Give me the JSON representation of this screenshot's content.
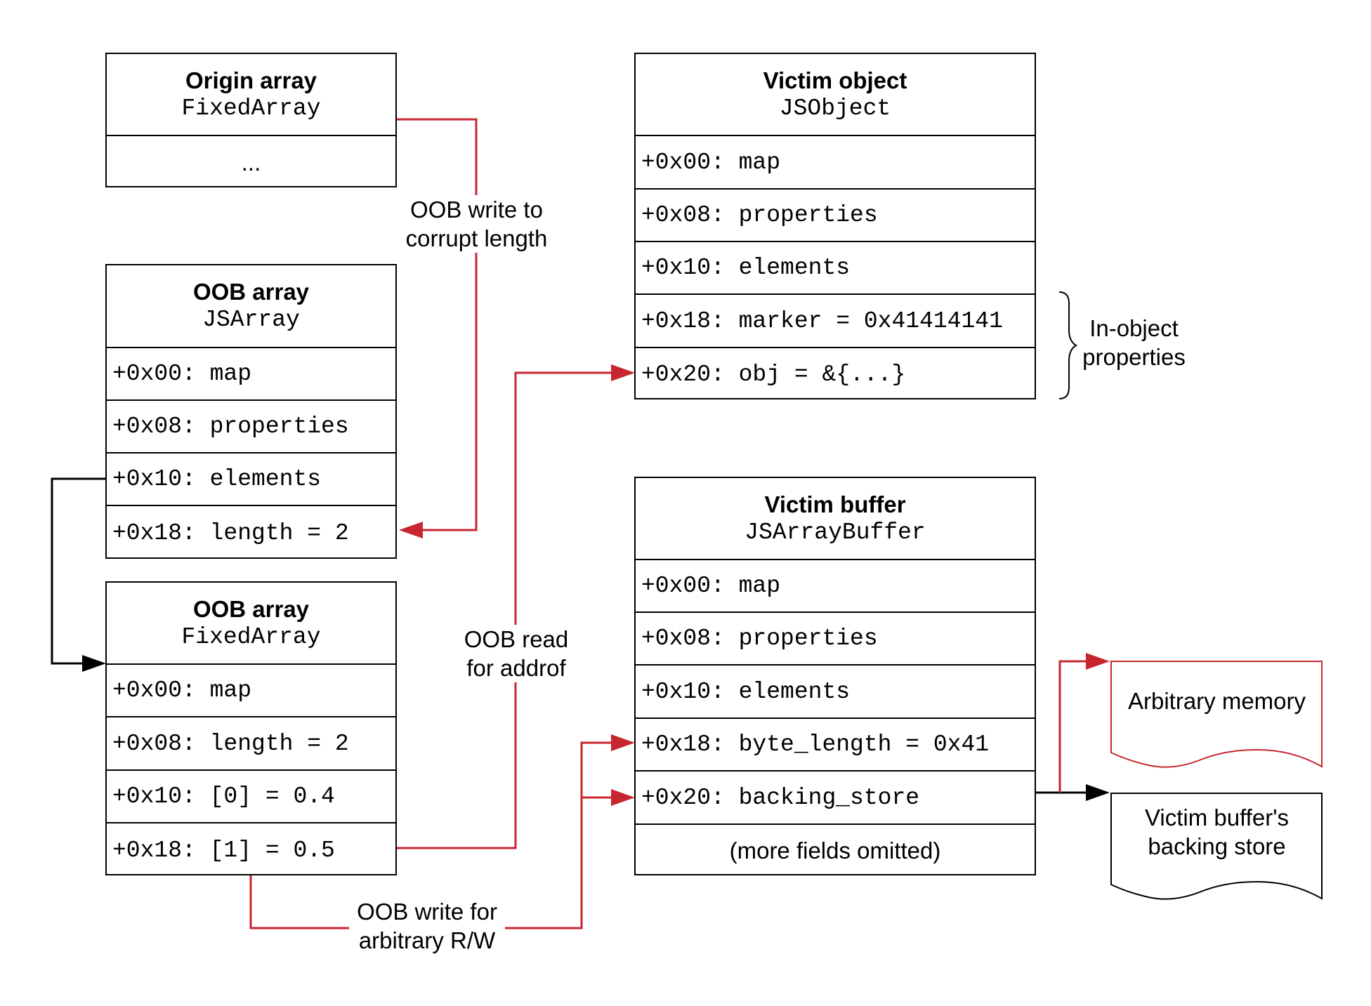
{
  "boxes": {
    "origin": {
      "title": "Origin array",
      "subtitle": "FixedArray",
      "rows": [
        "..."
      ]
    },
    "oob_jsarray": {
      "title": "OOB array",
      "subtitle": "JSArray",
      "rows": [
        "+0x00: map",
        "+0x08: properties",
        "+0x10: elements",
        "+0x18: length = 2"
      ]
    },
    "oob_fixed": {
      "title": "OOB array",
      "subtitle": "FixedArray",
      "rows": [
        "+0x00: map",
        "+0x08: length = 2",
        "+0x10: [0] = 0.4",
        "+0x18: [1] = 0.5"
      ]
    },
    "victim_object": {
      "title": "Victim object",
      "subtitle": "JSObject",
      "rows": [
        "+0x00: map",
        "+0x08: properties",
        "+0x10: elements",
        "+0x18: marker = 0x41414141",
        "+0x20: obj = &{...}"
      ]
    },
    "victim_buffer": {
      "title": "Victim buffer",
      "subtitle": "JSArrayBuffer",
      "rows": [
        "+0x00: map",
        "+0x08: properties",
        "+0x10: elements",
        "+0x18: byte_length = 0x41",
        "+0x20: backing_store",
        "(more fields omitted)"
      ]
    }
  },
  "labels": {
    "corrupt_length": [
      "OOB write to",
      "corrupt length"
    ],
    "addrof": [
      "OOB read",
      "for addrof"
    ],
    "arbitrary_rw": [
      "OOB write for",
      "arbitrary R/W"
    ],
    "in_object": [
      "In-object",
      "properties"
    ]
  },
  "documents": {
    "arbitrary_memory": "Arbitrary memory",
    "backing_store": [
      "Victim buffer's",
      "backing store"
    ]
  },
  "colors": {
    "red": "#c8262f",
    "black": "#000000"
  }
}
